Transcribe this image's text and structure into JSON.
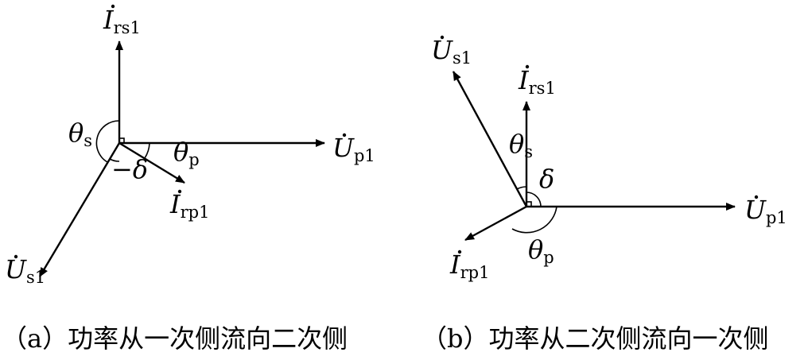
{
  "panel_a": {
    "labels": {
      "i_rs1": {
        "base": "I",
        "sub": "rs1"
      },
      "u_p1": {
        "base": "U",
        "sub": "p1"
      },
      "u_s1": {
        "base": "U",
        "sub": "s1"
      },
      "i_rp1": {
        "base": "I",
        "sub": "rp1"
      },
      "theta_s": {
        "base": "θ",
        "sub": "s"
      },
      "theta_p": {
        "base": "θ",
        "sub": "p"
      },
      "minus_delta": "−δ"
    },
    "caption": "（a）功率从一次侧流向二次侧"
  },
  "panel_b": {
    "labels": {
      "u_s1": {
        "base": "U",
        "sub": "s1"
      },
      "i_rs1": {
        "base": "I",
        "sub": "rs1"
      },
      "u_p1": {
        "base": "U",
        "sub": "p1"
      },
      "i_rp1": {
        "base": "I",
        "sub": "rp1"
      },
      "theta_s": {
        "base": "θ",
        "sub": "s"
      },
      "theta_p": {
        "base": "θ",
        "sub": "p"
      },
      "delta": "δ"
    },
    "caption": "（b）功率从二次侧流向一次侧"
  }
}
